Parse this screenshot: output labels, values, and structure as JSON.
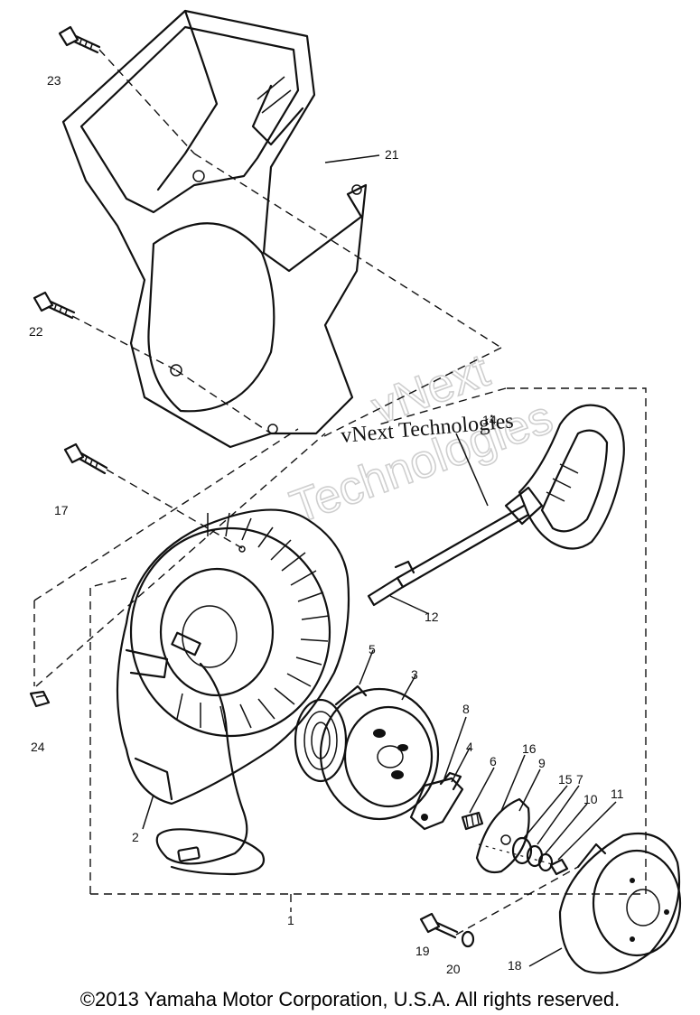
{
  "diagram": {
    "part_numbers": {
      "p1": "1",
      "p2": "2",
      "p3": "3",
      "p4": "4",
      "p5": "5",
      "p6": "6",
      "p7": "7",
      "p8": "8",
      "p9": "9",
      "p10": "10",
      "p11": "11",
      "p12": "12",
      "p14": "14",
      "p15": "15",
      "p16": "16",
      "p17": "17",
      "p18": "18",
      "p19": "19",
      "p20": "20",
      "p21": "21",
      "p22": "22",
      "p23": "23",
      "p24": "24"
    },
    "watermark": {
      "line": "vNext Technologies",
      "big_top": "vNext",
      "big_bottom": "Technologies"
    }
  },
  "footer": {
    "copyright": "©2013 Yamaha Motor Corporation, U.S.A. All rights reserved."
  }
}
